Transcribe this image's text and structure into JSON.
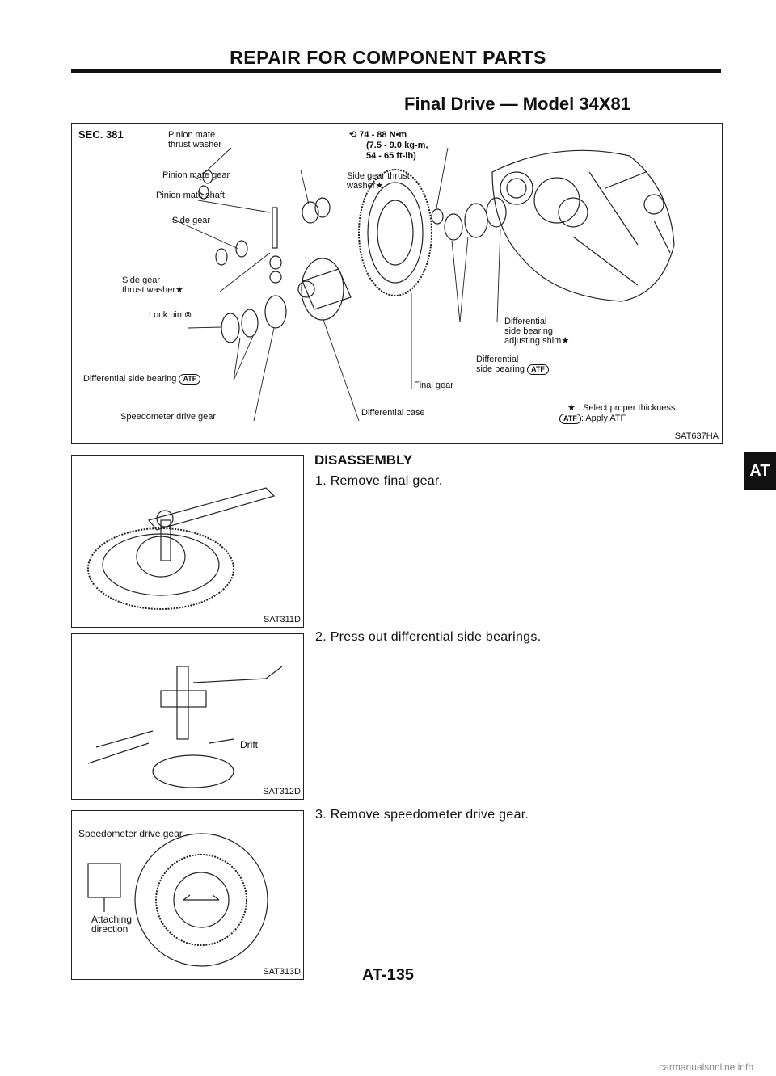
{
  "header": {
    "title": "REPAIR FOR COMPONENT PARTS",
    "subtitle": "Final Drive — Model 34X81"
  },
  "diagram": {
    "sec": "SEC. 381",
    "code": "SAT637HA",
    "torque": {
      "icon": "torque-wrench-icon",
      "value": "74 - 88 N•m",
      "line2": "(7.5 - 9.0 kg-m,",
      "line3": "54 - 65 ft-lb)"
    },
    "labels": {
      "pinion_mate_thrust_washer": "Pinion mate\nthrust washer",
      "pinion_mate_gear": "Pinion mate gear",
      "pinion_mate_shaft": "Pinion mate shaft",
      "side_gear": "Side gear",
      "side_gear_thrust_washer_left": "Side gear\nthrust washer★",
      "side_gear_thrust_washer_right": "Side gear thrust\nwasher★",
      "lock_pin": "Lock pin",
      "diff_side_bearing_left": "Differential side bearing",
      "speedometer_drive_gear": "Speedometer drive gear",
      "differential_case": "Differential case",
      "final_gear": "Final gear",
      "diff_side_bearing_right": "Differential\nside bearing",
      "adjusting_shim": "Differential\nside bearing\nadjusting shim★"
    },
    "legend": {
      "star": "★ : Select proper thickness.",
      "atf_badge": "ATF",
      "atf": ": Apply ATF."
    }
  },
  "section_title": "DISASSEMBLY",
  "steps": [
    {
      "text": "1.  Remove final gear.",
      "code": "SAT311D"
    },
    {
      "text": "2.  Press out differential side bearings.",
      "code": "SAT312D",
      "callout": "Drift"
    },
    {
      "text": "3.  Remove speedometer drive gear.",
      "code": "SAT313D",
      "callout1": "Speedometer drive gear",
      "callout2": "Attaching\ndirection"
    }
  ],
  "side_tab": "AT",
  "page_number": "AT-135",
  "watermark": "carmanualsonline.info"
}
